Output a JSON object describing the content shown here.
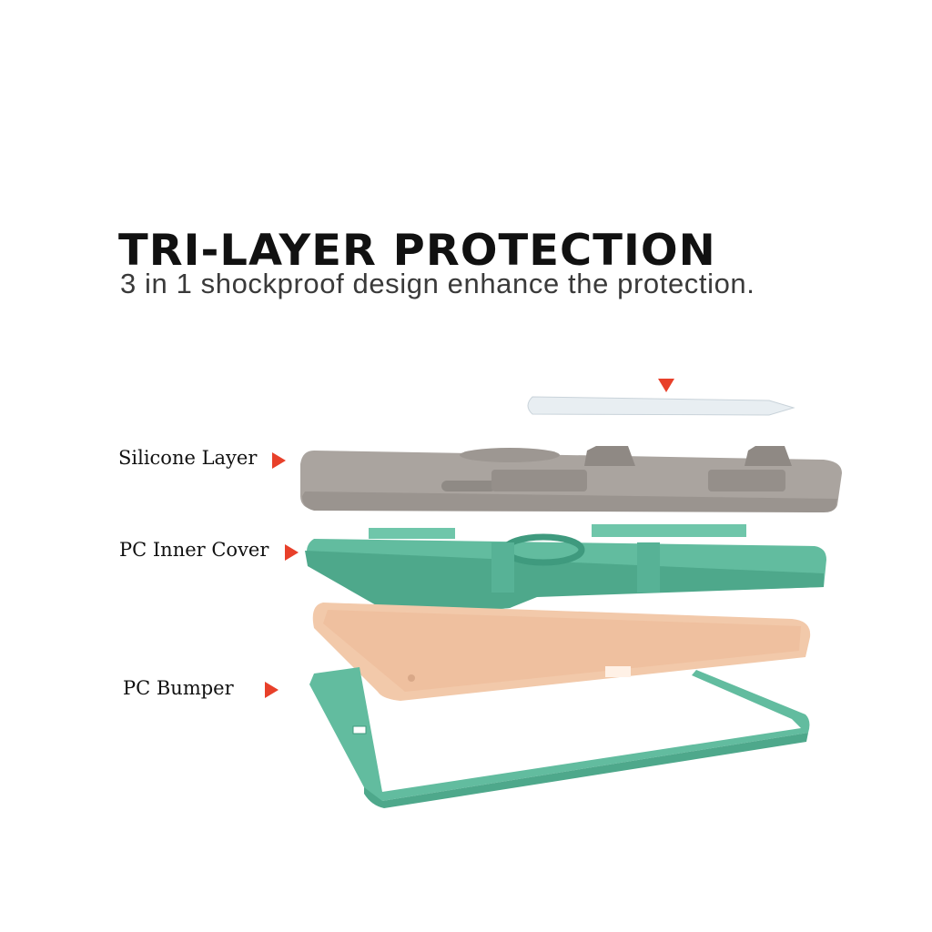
{
  "headline": "TRI-LAYER PROTECTION",
  "subheadline": "3 in 1 shockproof design enhance the protection.",
  "layers": [
    {
      "label": "Silicone Layer"
    },
    {
      "label": "PC Inner Cover"
    },
    {
      "label": "PC Bumper"
    }
  ],
  "colors": {
    "accent": "#e8402a",
    "silicone": "#a9a39e",
    "pc": "#5bb79a",
    "tablet": "#f0c8a8"
  }
}
